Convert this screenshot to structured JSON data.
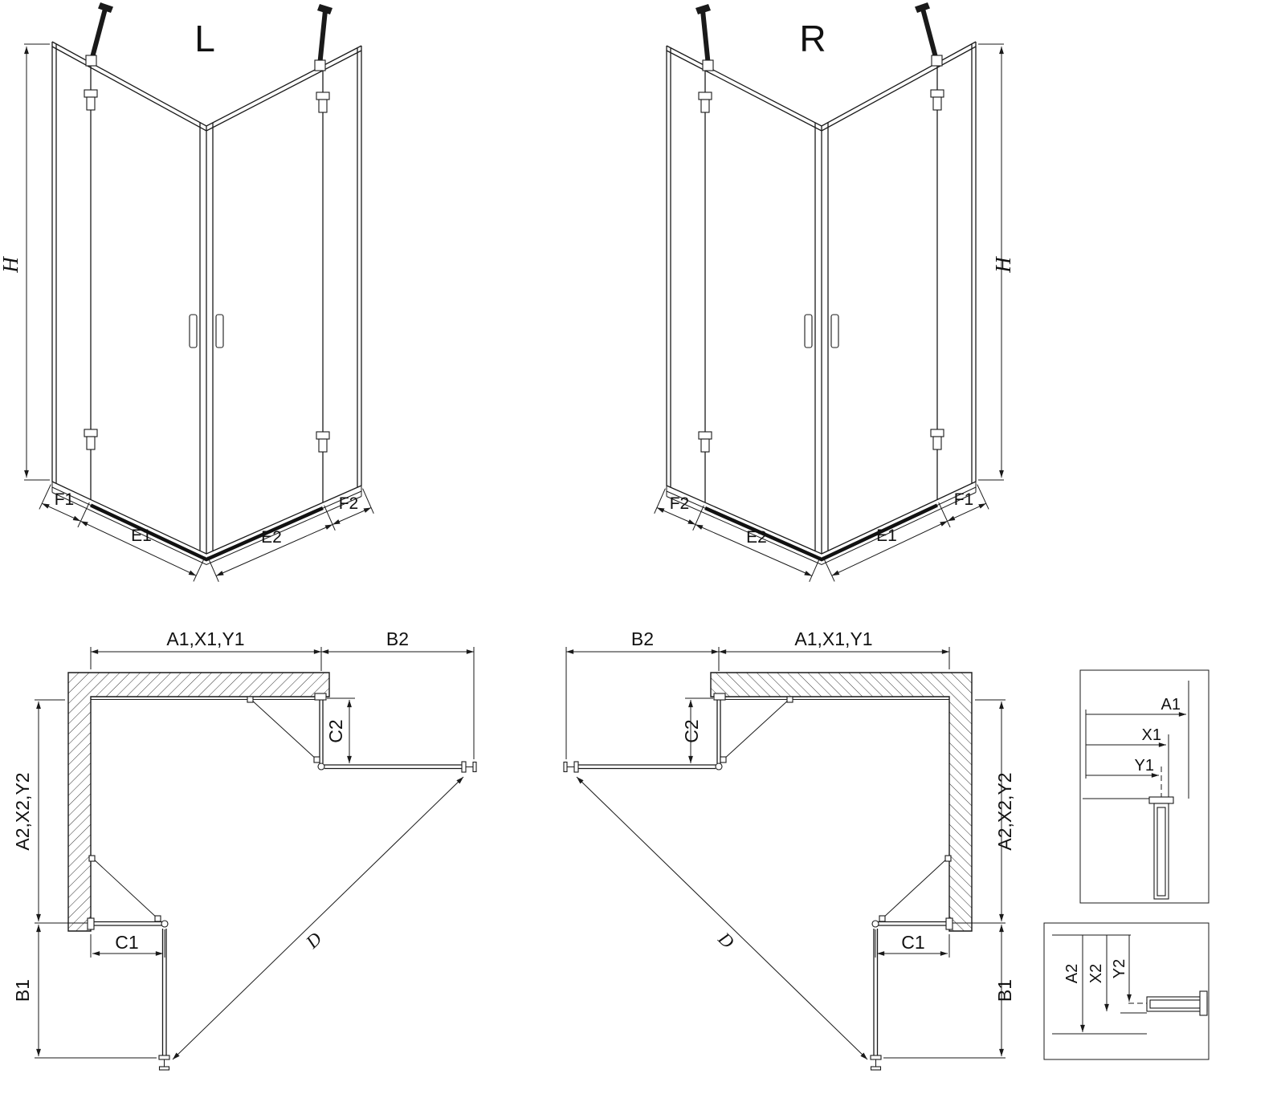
{
  "page": {
    "background": "#ffffff",
    "line_color": "#1a1a1a"
  },
  "views": {
    "iso_left": {
      "label": "L",
      "height_dim": "H",
      "dims": {
        "f1": "F1",
        "e1": "E1",
        "e2": "E2",
        "f2": "F2"
      }
    },
    "iso_right": {
      "label": "R",
      "height_dim": "H",
      "dims": {
        "f1": "F1",
        "e1": "E1",
        "e2": "E2",
        "f2": "F2"
      }
    },
    "plan_left": {
      "width_dim": "A1,X1,Y1",
      "door_return_dim": "B2",
      "fixed_return_dim": "C2",
      "depth_dim": "A2,X2,Y2",
      "fixed_front_dim": "C1",
      "door_front_dim": "B1",
      "diagonal_dim": "D"
    },
    "plan_right": {
      "width_dim": "A1,X1,Y1",
      "door_return_dim": "B2",
      "fixed_return_dim": "C2",
      "depth_dim": "A2,X2,Y2",
      "fixed_front_dim": "C1",
      "door_front_dim": "B1",
      "diagonal_dim": "D"
    },
    "detail_width": {
      "a1": "A1",
      "x1": "X1",
      "y1": "Y1"
    },
    "detail_depth": {
      "a2": "A2",
      "x2": "X2",
      "y2": "Y2"
    }
  }
}
